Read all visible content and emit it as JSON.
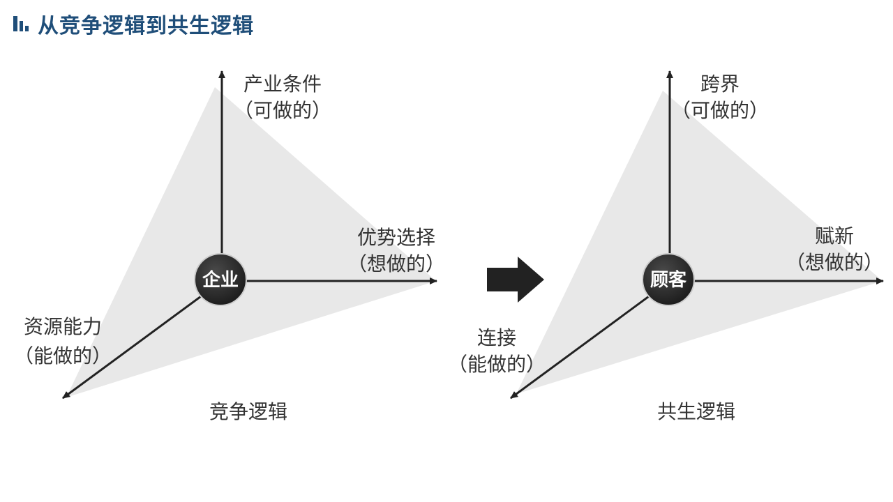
{
  "title": "从竞争逻辑到共生逻辑",
  "icon": "bar-chart-icon",
  "colors": {
    "title": "#1f4e79",
    "axis": "#222222",
    "shade": "#e6e6e6",
    "center": "#2b2b2b",
    "arrow": "#222222"
  },
  "left": {
    "center": "企业",
    "up": {
      "line1": "产业条件",
      "line2": "（可做的）"
    },
    "right": {
      "line1": "优势选择",
      "line2": "（想做的）"
    },
    "down": {
      "line1": "资源能力",
      "line2": "（能做的）"
    },
    "caption": "竞争逻辑"
  },
  "right": {
    "center": "顾客",
    "up": {
      "line1": "跨界",
      "line2": "（可做的）"
    },
    "right": {
      "line1": "赋新",
      "line2": "（想做的）"
    },
    "down": {
      "line1": "连接",
      "line2": "（能做的）"
    },
    "caption": "共生逻辑"
  },
  "transition_icon": "right-arrow-icon"
}
